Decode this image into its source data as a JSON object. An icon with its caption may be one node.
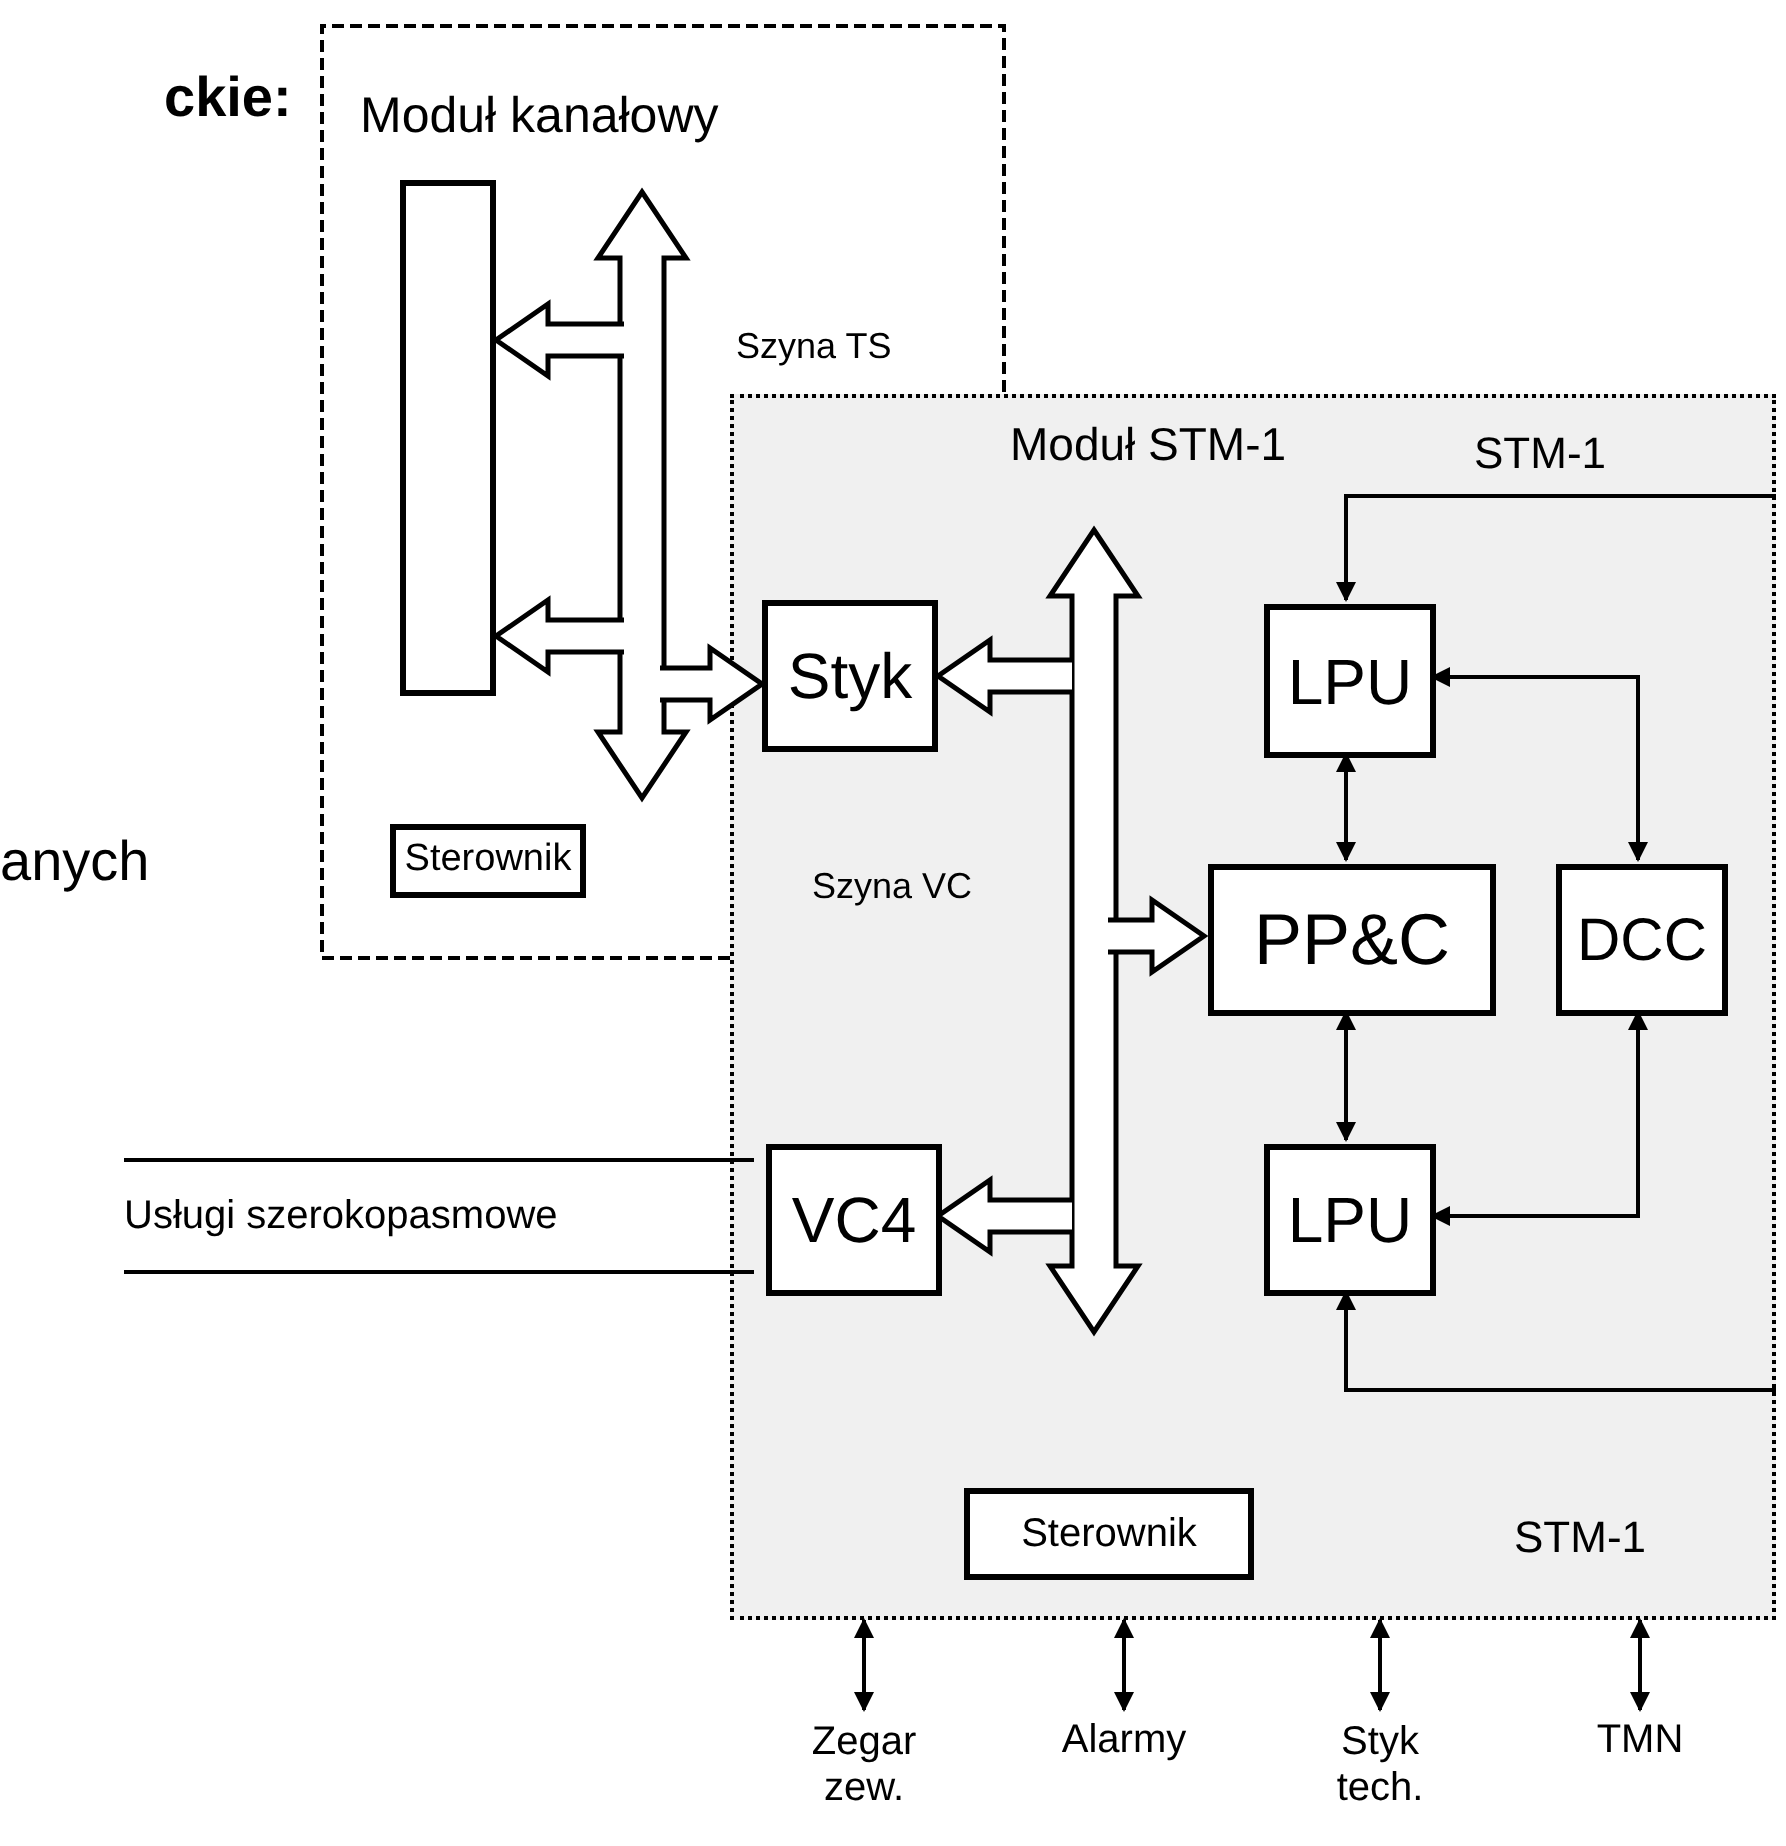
{
  "diagram": {
    "nodes": [
      {
        "text": [
          "Moduł kanałowy"
        ]
      },
      {
        "text": [],
        "shape": "box",
        "in": 0
      },
      {
        "text": [],
        "shape": "arrow",
        "in": 0,
        "beside": [
          "Szyna TS"
        ]
      },
      {
        "text": [
          "Sterownik"
        ],
        "in": 0
      },
      {
        "text": [
          "Moduł STM-1"
        ]
      },
      {
        "text": [
          "Styk"
        ]
      },
      {
        "text": [
          "LPU"
        ],
        "in": 4
      },
      {
        "text": [],
        "shape": "arrow",
        "in": 4,
        "beside": [
          "Szyna VC"
        ]
      },
      {
        "text": [
          "PP&C"
        ],
        "in": 4
      },
      {
        "text": [
          "DCC"
        ],
        "in": 4
      },
      {
        "text": [
          "VC4"
        ],
        "in": 4
      },
      {
        "text": [
          "LPU"
        ],
        "in": 4
      },
      {
        "text": [
          "Sterownik"
        ],
        "in": 4
      },
      {
        "text": [
          "Usługi szerokopasmowe"
        ]
      },
      {
        "text": [
          "Zegar zew."
        ]
      },
      {
        "text": [
          "Alarmy"
        ]
      },
      {
        "text": [
          "Styk tech."
        ]
      },
      {
        "text": [
          "TMN"
        ]
      }
    ],
    "edges": [
      {
        "from": 2,
        "to": 1,
        "arrow": "to",
        "style": "thick"
      },
      {
        "from": 2,
        "to": 1,
        "arrow": "to",
        "style": "thick"
      },
      {
        "from": 2,
        "to": 5,
        "arrow": "to",
        "style": "thick"
      },
      {
        "from": 7,
        "to": 5,
        "arrow": "to",
        "style": "thick"
      },
      {
        "from": 7,
        "to": 8,
        "arrow": "to",
        "style": "thick"
      },
      {
        "from": 7,
        "to": 10,
        "arrow": "to",
        "style": "thick"
      },
      {
        "from": null,
        "to": 6,
        "arrow": "to",
        "label": "STM-1"
      },
      {
        "from": 6,
        "to": 8,
        "arrow": "both"
      },
      {
        "from": 6,
        "to": 9,
        "arrow": "both"
      },
      {
        "from": 8,
        "to": 11,
        "arrow": "both"
      },
      {
        "from": 9,
        "to": 11,
        "arrow": "both"
      },
      {
        "from": null,
        "to": 11,
        "arrow": "to",
        "label": "STM-1"
      },
      {
        "from": 13,
        "to": 10,
        "arrow": "none"
      },
      {
        "from": 13,
        "to": 10,
        "arrow": "none"
      },
      {
        "from": 4,
        "to": 14,
        "arrow": "both"
      },
      {
        "from": 4,
        "to": 15,
        "arrow": "both"
      },
      {
        "from": 4,
        "to": 16,
        "arrow": "both"
      },
      {
        "from": 4,
        "to": 17,
        "arrow": "both"
      }
    ],
    "labels": [
      "ckie:",
      "anych"
    ]
  }
}
